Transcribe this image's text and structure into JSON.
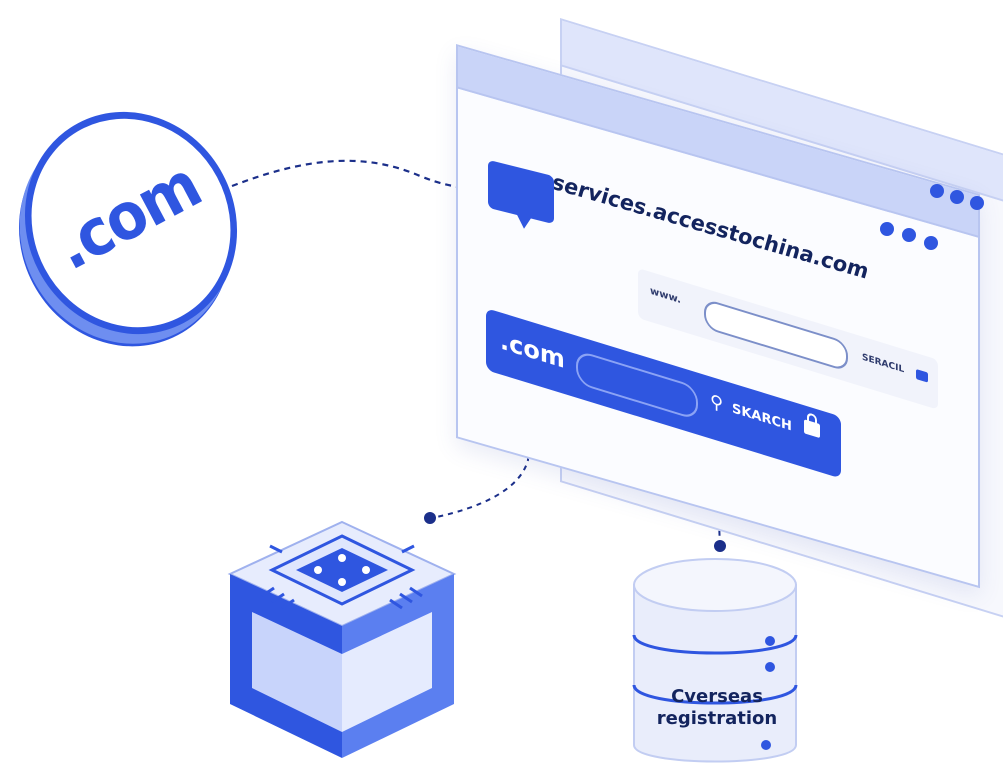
{
  "badge": {
    "text": ".com"
  },
  "browser": {
    "url": "services.accesstochina.com",
    "window_dots": [
      "dot",
      "dot",
      "dot"
    ]
  },
  "search_main": {
    "tld": ".com",
    "search_label": "SKARCH",
    "icons": [
      "search-icon",
      "lock-icon"
    ]
  },
  "search_secondary": {
    "prefix": "www.",
    "search_label": "SERACIL",
    "icons": [
      "lock-icon"
    ]
  },
  "database": {
    "label_line1": "Cverseas",
    "label_line2": "registration"
  },
  "colors": {
    "primary": "#2f56e0",
    "light": "#dfe5fb",
    "dark_text": "#13245e"
  }
}
